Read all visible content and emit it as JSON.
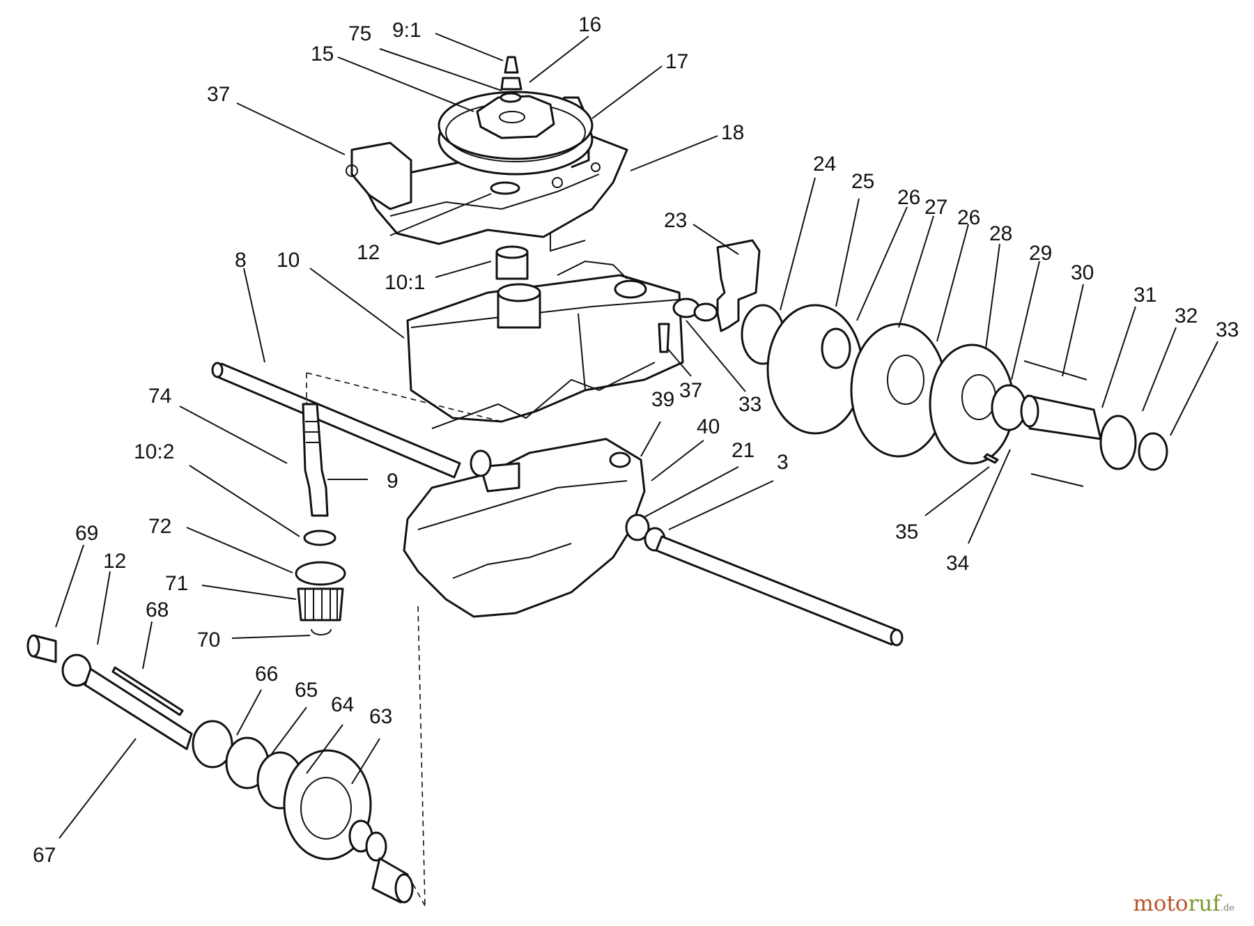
{
  "callouts": [
    {
      "id": "c-9-1",
      "text": "9:1"
    },
    {
      "id": "c-16",
      "text": "16"
    },
    {
      "id": "c-75",
      "text": "75"
    },
    {
      "id": "c-15",
      "text": "15"
    },
    {
      "id": "c-17",
      "text": "17"
    },
    {
      "id": "c-37a",
      "text": "37"
    },
    {
      "id": "c-18",
      "text": "18"
    },
    {
      "id": "c-12a",
      "text": "12"
    },
    {
      "id": "c-10-1",
      "text": "10:1"
    },
    {
      "id": "c-8",
      "text": "8"
    },
    {
      "id": "c-10",
      "text": "10"
    },
    {
      "id": "c-23",
      "text": "23"
    },
    {
      "id": "c-24",
      "text": "24"
    },
    {
      "id": "c-25",
      "text": "25"
    },
    {
      "id": "c-26a",
      "text": "26"
    },
    {
      "id": "c-27",
      "text": "27"
    },
    {
      "id": "c-26b",
      "text": "26"
    },
    {
      "id": "c-28",
      "text": "28"
    },
    {
      "id": "c-29",
      "text": "29"
    },
    {
      "id": "c-30",
      "text": "30"
    },
    {
      "id": "c-31",
      "text": "31"
    },
    {
      "id": "c-32",
      "text": "32"
    },
    {
      "id": "c-33a",
      "text": "33"
    },
    {
      "id": "c-33b",
      "text": "33"
    },
    {
      "id": "c-37b",
      "text": "37"
    },
    {
      "id": "c-39",
      "text": "39"
    },
    {
      "id": "c-40",
      "text": "40"
    },
    {
      "id": "c-21",
      "text": "21"
    },
    {
      "id": "c-3",
      "text": "3"
    },
    {
      "id": "c-74",
      "text": "74"
    },
    {
      "id": "c-9",
      "text": "9"
    },
    {
      "id": "c-10-2",
      "text": "10:2"
    },
    {
      "id": "c-72",
      "text": "72"
    },
    {
      "id": "c-71",
      "text": "71"
    },
    {
      "id": "c-70",
      "text": "70"
    },
    {
      "id": "c-69",
      "text": "69"
    },
    {
      "id": "c-12b",
      "text": "12"
    },
    {
      "id": "c-68",
      "text": "68"
    },
    {
      "id": "c-66",
      "text": "66"
    },
    {
      "id": "c-65",
      "text": "65"
    },
    {
      "id": "c-64",
      "text": "64"
    },
    {
      "id": "c-63",
      "text": "63"
    },
    {
      "id": "c-67",
      "text": "67"
    },
    {
      "id": "c-35",
      "text": "35"
    },
    {
      "id": "c-34",
      "text": "34"
    }
  ],
  "watermark": {
    "part1": "moto",
    "part2": "ruf",
    "suffix": ".de"
  },
  "colors": {
    "line": "#111111",
    "background": "#ffffff",
    "brand_orange": "#b8532b",
    "brand_green": "#7a9a2a"
  }
}
